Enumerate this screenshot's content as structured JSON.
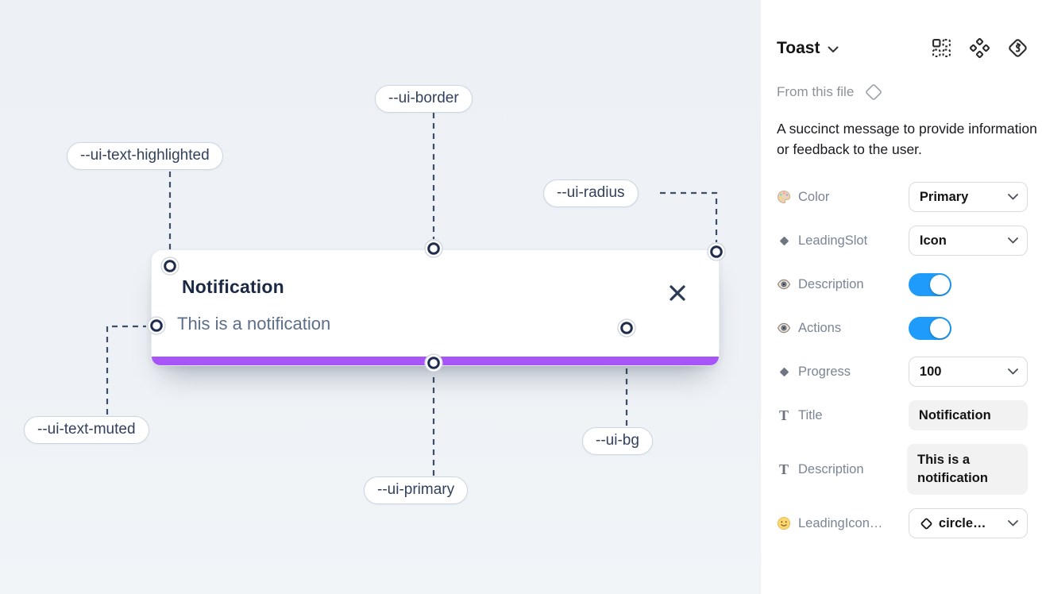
{
  "canvas": {
    "toast": {
      "title": "Notification",
      "description": "This is a notification",
      "progress_color": "#a855f7"
    },
    "token_labels": [
      {
        "name": "ui-text-highlighted",
        "text": "--ui-text-highlighted"
      },
      {
        "name": "ui-border",
        "text": "--ui-border"
      },
      {
        "name": "ui-radius",
        "text": "--ui-radius"
      },
      {
        "name": "ui-text-muted",
        "text": "--ui-text-muted"
      },
      {
        "name": "ui-primary",
        "text": "--ui-primary"
      },
      {
        "name": "ui-bg",
        "text": "--ui-bg"
      }
    ]
  },
  "panel": {
    "component_name": "Toast",
    "header_icons": [
      "instance-grid-icon",
      "component-icon",
      "storybook-icon"
    ],
    "source_label": "From this file",
    "description": "A succinct message to provide information or feedback to the user.",
    "properties": [
      {
        "icon": "palette-icon",
        "label": "Color",
        "control": "select",
        "value": "Primary"
      },
      {
        "icon": "diamond-icon",
        "label": "LeadingSlot",
        "control": "select",
        "value": "Icon"
      },
      {
        "icon": "eye-icon",
        "label": "Description",
        "control": "toggle",
        "value": true
      },
      {
        "icon": "eye-icon",
        "label": "Actions",
        "control": "toggle",
        "value": true
      },
      {
        "icon": "diamond-icon",
        "label": "Progress",
        "control": "select",
        "value": "100"
      },
      {
        "icon": "text-icon",
        "label": "Title",
        "control": "text",
        "value": "Notification"
      },
      {
        "icon": "text-icon",
        "label": "Description",
        "control": "text",
        "value": "This is a notification"
      },
      {
        "icon": "smiley-icon",
        "label": "LeadingIcon…",
        "control": "select-icon",
        "value": "circle…"
      }
    ]
  },
  "colors": {
    "accent_purple": "#a855f7",
    "toggle_blue": "#1f9cfb",
    "canvas_bg": "#edf1f6"
  }
}
